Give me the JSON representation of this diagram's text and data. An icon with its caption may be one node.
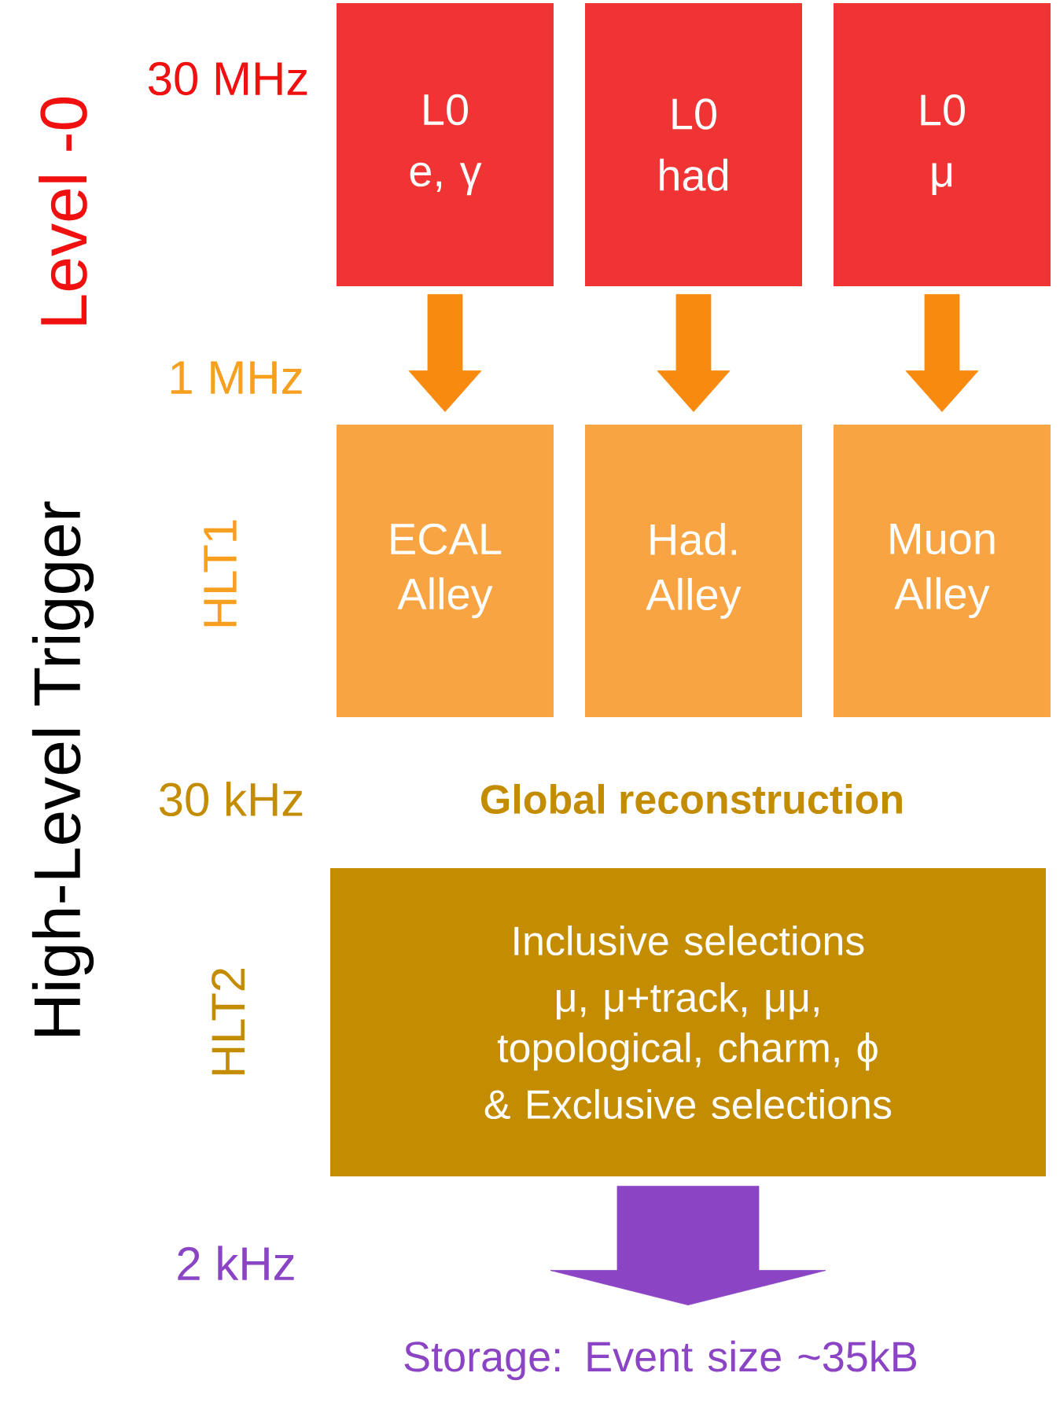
{
  "diagram": {
    "nodes": [
      {
        "text": [
          "L0",
          "e, γ"
        ]
      },
      {
        "text": [
          "L0",
          "had"
        ]
      },
      {
        "text": [
          "L0",
          "μ"
        ]
      },
      {
        "text": [
          "ECAL Alley"
        ]
      },
      {
        "text": [
          "Had. Alley"
        ]
      },
      {
        "text": [
          "Muon Alley"
        ]
      },
      {
        "text": [
          "Inclusive selections",
          "μ, μ+track, μμ, topological, charm, ϕ",
          "& Exclusive selections"
        ]
      },
      {
        "text": [
          "Storage: Event size ~35kB"
        ]
      }
    ],
    "edges": [
      {
        "from": 0,
        "to": 3,
        "arrow": "to"
      },
      {
        "from": 1,
        "to": 4,
        "arrow": "to"
      },
      {
        "from": 2,
        "to": 5,
        "arrow": "to"
      },
      {
        "from": 6,
        "to": 7,
        "arrow": "to",
        "style": "thick",
        "color": "#8b44c4"
      }
    ],
    "labels": [
      "Level -0",
      "30 MHz",
      "1 MHz",
      "High-Level Trigger",
      "HLT1",
      "30 kHz",
      "Global reconstruction",
      "HLT2",
      "2 kHz"
    ]
  }
}
